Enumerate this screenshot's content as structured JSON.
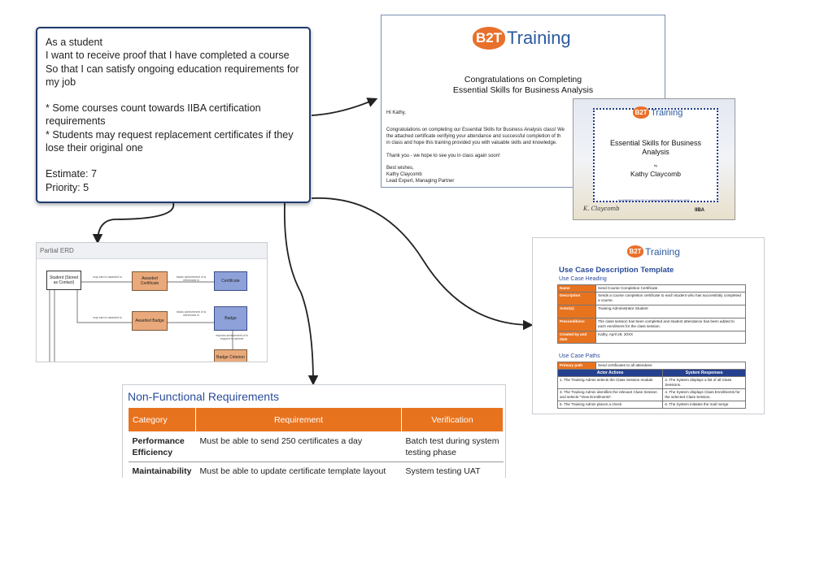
{
  "story": {
    "lines": [
      "As a student",
      "I want to receive proof that I have completed a course",
      "So that I can satisfy ongoing education requirements for my job"
    ],
    "notes": [
      "* Some courses count towards IIBA certification requirements",
      "* Students may request replacement certificates if they lose their original one"
    ],
    "estimate": "Estimate: 7",
    "priority": "Priority: 5"
  },
  "logo": {
    "mark": "B2T",
    "word": "Training"
  },
  "email": {
    "heading1": "Congratulations on Completing",
    "heading2": "Essential Skills for Business Analysis",
    "greeting": "Hi Kathy,",
    "body1": "Congratulations on completing our Essential Skills for Business Analysis class!  We",
    "body2": "the attached certificate verifying your attendance and successful completion of th",
    "body3": "in class and hope this training provided you with valuable skills and knowledge.",
    "thanks": "Thank you - we hope to see you in class again soon!",
    "signoff": "Best wishes,",
    "signer": "Kathy Claycomb",
    "signer_title": "Lead Expert, Managing Partner"
  },
  "certificate": {
    "title": "Essential Skills for Business Analysis",
    "by": "by",
    "name": "Kathy Claycomb",
    "footer": "BUSINESS AGILITY T HUMAN BUSINESS ANALYSIS",
    "iiba": "IIBA"
  },
  "erd": {
    "title": "Partial ERD",
    "entities": {
      "student": "Student (Stored as Contact)",
      "awarded_cert": "Awarded Certificate",
      "certificate": "Certificate",
      "awarded_badge": "Awarded Badge",
      "badge": "Badge",
      "badge_criteria": "Badge Criterion"
    },
    "relations": {
      "may_earn_cert": "may earn is awarded to",
      "tracks_cert": "tracks achievement of is referenced in",
      "may_earn_badge": "may earn is awarded to",
      "tracks_badge": "tracks achievement of is referenced in",
      "requires": "requires achievement of is required to achieve"
    }
  },
  "nfr": {
    "title": "Non-Functional Requirements",
    "headers": [
      "Category",
      "Requirement",
      "Verification"
    ],
    "rows": [
      {
        "category": "Performance Efficiency",
        "requirement": "Must be able to send 250 certificates a day",
        "verification": "Batch test during system testing phase"
      },
      {
        "category": "Maintainability",
        "requirement": "Must be able to update certificate template layout without customizations to the CRM package",
        "verification": "System testing UAT"
      }
    ]
  },
  "use_case": {
    "title": "Use Case Description Template",
    "heading_label": "Use Case Heading",
    "fields": [
      {
        "key": "Name",
        "value": "Send Course Completion Certificate"
      },
      {
        "key": "Description",
        "value": "Sends a course completion certificate to each student who has successfully completed a course."
      },
      {
        "key": "Actor(s)",
        "value": "Training Administrator Student"
      },
      {
        "key": "Preconditions",
        "value": "The class session has been completed and student attendance has been added to each enrollment for the class session."
      },
      {
        "key": "Created by and date",
        "value": "Kathy, April 29, 20XX"
      }
    ],
    "paths_label": "Use Case Paths",
    "primary_key": "Primary path",
    "primary_value": "Send certificates to all attendees",
    "col_actor": "Actor Actions",
    "col_system": "System Responses",
    "steps": [
      {
        "actor": "1. The Training Admin selects the Class Session module",
        "system": "2. The System displays a list of all Class Sessions."
      },
      {
        "actor": "3. The Training Admin identifies the relevant Class Session and selects \"View Enrollments\".",
        "system": "4. The System displays Class Enrollments for the selected Class Session."
      },
      {
        "actor": "5. The Training Admin places a check",
        "system": "6. The System initiates the mail merge"
      }
    ]
  },
  "colors": {
    "orange": "#e8731f",
    "navy": "#1f3a6e",
    "blue": "#2b4c9a"
  }
}
